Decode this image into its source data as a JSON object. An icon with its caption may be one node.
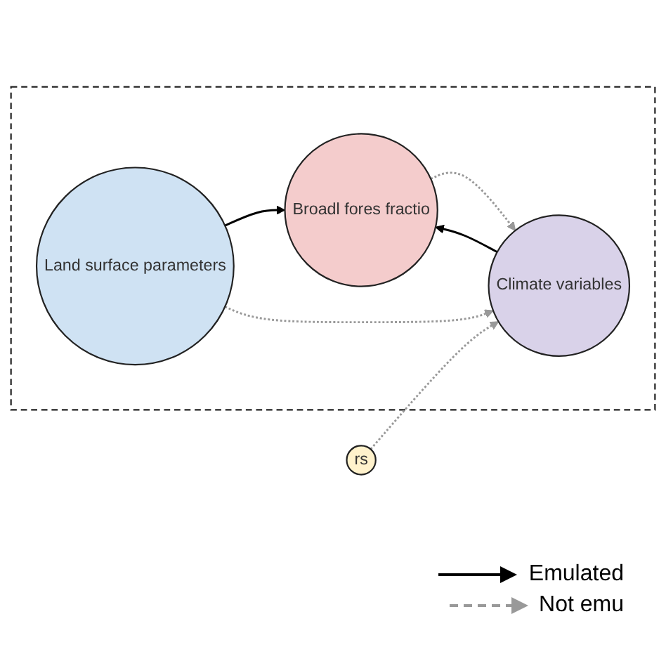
{
  "diagram": {
    "nodes": [
      {
        "text": [],
        "shape": "box"
      },
      {
        "text": [
          "Land surface parameters"
        ],
        "in": 0
      },
      {
        "text": [
          "Climate variables"
        ],
        "in": 0
      },
      {
        "text": [
          "Broadl fores fractio"
        ],
        "in": 0
      },
      {
        "text": [
          "rs"
        ]
      }
    ],
    "edges": [
      {
        "from": 1,
        "to": 3,
        "arrow": "to",
        "color": "#000000"
      },
      {
        "from": 1,
        "to": 2,
        "arrow": "to",
        "style": "dashed",
        "color": "#999999"
      },
      {
        "from": 2,
        "to": 3,
        "arrow": "to",
        "color": "#000000"
      },
      {
        "from": 3,
        "to": 2,
        "arrow": "to",
        "style": "dashed",
        "color": "#999999"
      },
      {
        "from": 4,
        "to": 2,
        "arrow": "to",
        "style": "dashed",
        "color": "#999999"
      }
    ],
    "legend": [
      {
        "text": "Emulated"
      },
      {
        "text": "Not emu"
      }
    ]
  }
}
